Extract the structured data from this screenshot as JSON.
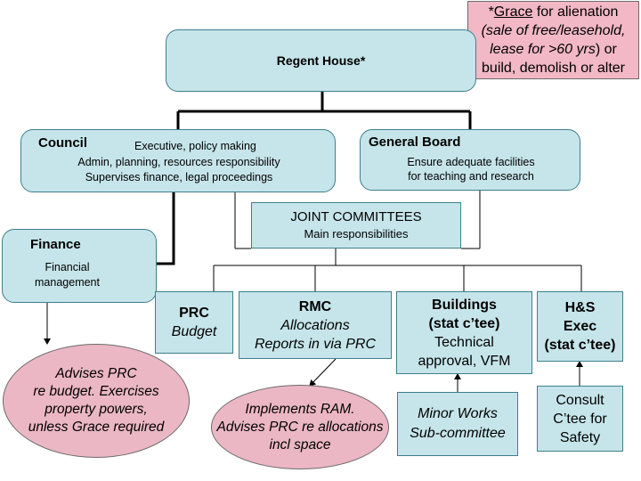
{
  "grace_note": {
    "line1_prefix": "*",
    "line1_link": "Grace",
    "line1_suffix": " for alienation",
    "line2": "(sale of free/leasehold,",
    "line3_italic": "lease for >60 yrs",
    "line3_suffix": ") or",
    "line4": "build, demolish or alter"
  },
  "regent_house": {
    "title": "Regent House*"
  },
  "council": {
    "title": "Council",
    "lines": [
      "Executive, policy making",
      "Admin, planning, resources responsibility",
      "Supervises finance, legal proceedings"
    ]
  },
  "general_board": {
    "title": "General Board",
    "lines": [
      "Ensure adequate facilities",
      "for teaching and research"
    ]
  },
  "joint_committees": {
    "title": "JOINT COMMITTEES",
    "subtitle": "Main responsibilities"
  },
  "finance": {
    "title": "Finance",
    "lines": [
      "Financial",
      "management"
    ]
  },
  "prc": {
    "title": "PRC",
    "subtitle": "Budget"
  },
  "rmc": {
    "title": "RMC",
    "lines": [
      "Allocations",
      "Reports in via PRC"
    ]
  },
  "buildings": {
    "title_lines": [
      "Buildings",
      "(stat c’tee)"
    ],
    "lines": [
      "Technical",
      "approval, VFM"
    ]
  },
  "hs_exec": {
    "title_lines": [
      "H&S",
      "Exec",
      "(stat c’tee)"
    ]
  },
  "minor_works": {
    "lines": [
      "Minor Works",
      "Sub-committee"
    ]
  },
  "consult_ctee": {
    "lines": [
      "Consult",
      "C’tee for",
      "Safety"
    ]
  },
  "finance_note": {
    "lines": [
      "Advises PRC",
      "re budget. Exercises",
      "property powers,",
      "unless Grace required"
    ]
  },
  "rmc_note": {
    "lines": [
      "Implements RAM.",
      "Advises PRC re allocations",
      "incl space"
    ]
  },
  "colors": {
    "box_fill": "#c6e5ea",
    "box_border": "#3e7f8c",
    "note_fill": "#ebb7c4",
    "grace_fill": "#f2b8c6"
  }
}
